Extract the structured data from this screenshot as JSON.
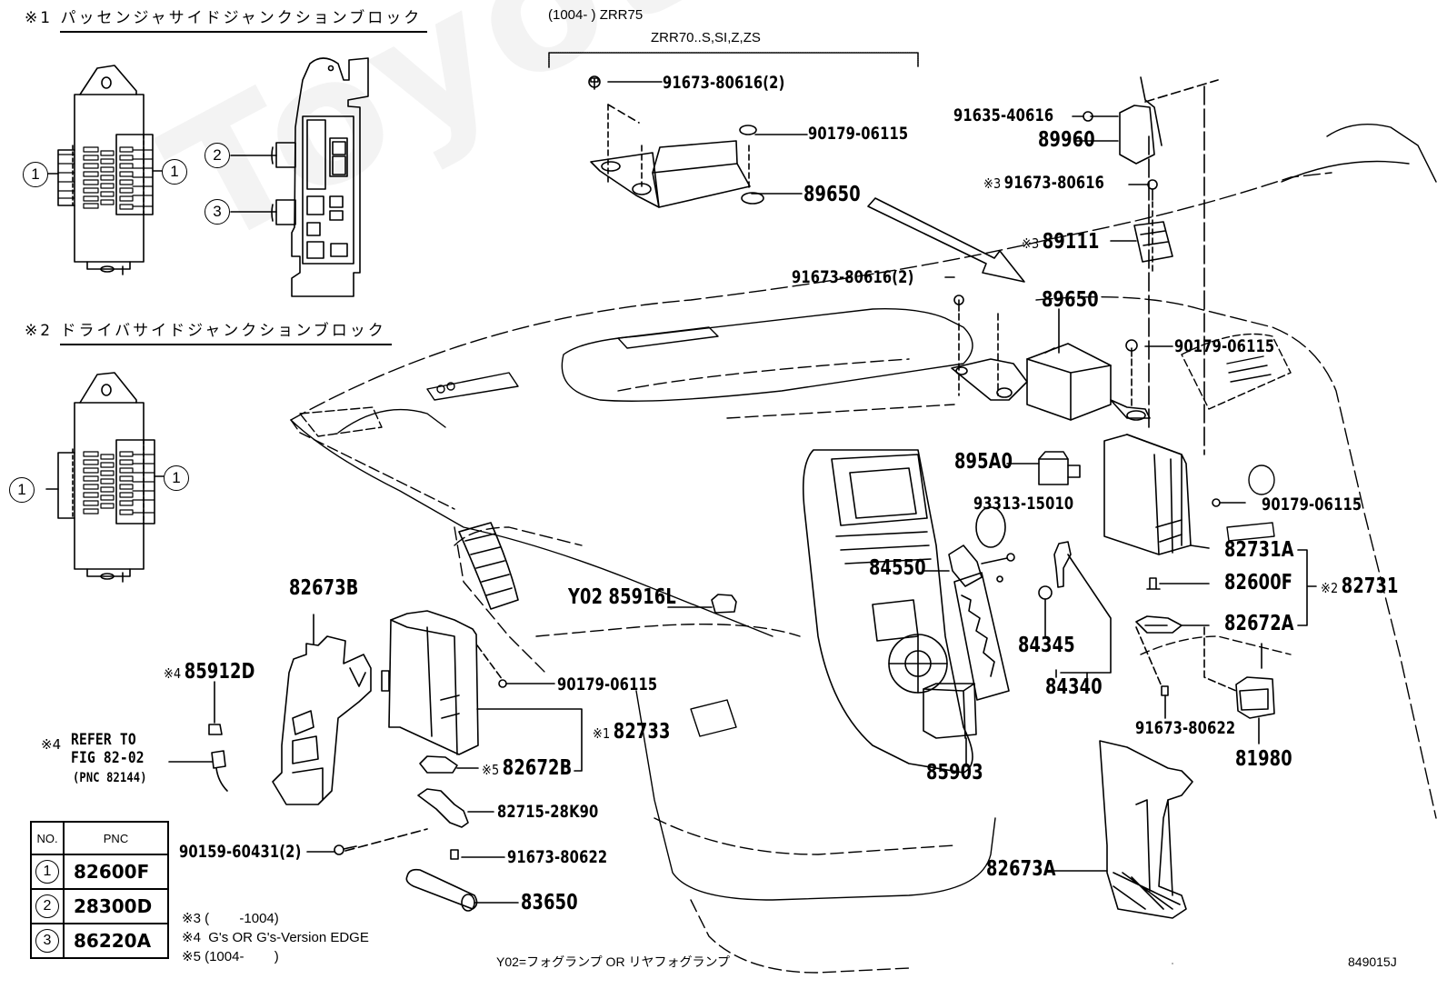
{
  "diagram": {
    "type": "exploded parts diagram",
    "watermark": "ToyotaCarMan.ru",
    "figure_code": "849015J",
    "sections": {
      "passenger_jb": {
        "mark": "※1",
        "title": "パッセンジャサイドジャンクションブロック"
      },
      "driver_jb": {
        "mark": "※2",
        "title": "ドライバサイドジャンクションブロック"
      }
    },
    "bracket_note": {
      "line1": "(1004-      ) ZRR75",
      "line2": "ZRR70..S,SI,Z,ZS"
    },
    "circle_refs": [
      "1",
      "2",
      "3"
    ],
    "callouts": {
      "bolt_91673_80616_2_top": "91673-80616(2)",
      "nut_90179_06115_top": "90179-06115",
      "sensor_89650_top": "89650",
      "bolt_91635_40616": "91635-40616",
      "relay_89960": "89960",
      "bolt_91673_80616_s3": {
        "mark": "※3",
        "pn": "91673-80616"
      },
      "part_89111": {
        "mark": "※3",
        "pn": "89111"
      },
      "bolt_91673_80616_2_mid": "91673-80616(2)",
      "sensor_89650_mid": "89650",
      "nut_90179_06115_mid": "90179-06115",
      "relay_895A0": "895A0",
      "screw_93313_15010": "93313-15010",
      "nut_90179_06115_right": "90179-06115",
      "switch_84550": "84550",
      "jb_82731A": "82731A",
      "fuse_82600F": "82600F",
      "cover_82672A": "82672A",
      "assy_82731": {
        "mark": "※2",
        "pn": "82731"
      },
      "relay_y02_85916L": {
        "prefix": "Y02",
        "pn": "85916L"
      },
      "switch_84345": "84345",
      "switch_84340": "84340",
      "bracket_82673B": "82673B",
      "relay_85912D": {
        "mark": "※4",
        "pn": "85912D"
      },
      "refer_note": {
        "mark": "※4",
        "line1": "REFER TO",
        "line2": "FIG 82-02",
        "line3": "(PNC 82144)"
      },
      "nut_90179_06115_left": "90179-06115",
      "jb_82733": {
        "mark": "※1",
        "pn": "82733"
      },
      "cover_82672B": {
        "mark": "※5",
        "pn": "82672B"
      },
      "bracket_82715_28K90": "82715-28K90",
      "bolt_90159_60431_2": "90159-60431(2)",
      "bolt_91673_80622_left": "91673-80622",
      "socket_83650": "83650",
      "bolt_91673_80622_right": "91673-80622",
      "relay_81980": "81980",
      "module_85903": "85903",
      "bracket_82673A": "82673A"
    },
    "pnc_table": {
      "headers": [
        "NO.",
        "PNC"
      ],
      "rows": [
        {
          "no": "1",
          "pnc": "82600F"
        },
        {
          "no": "2",
          "pnc": "28300D"
        },
        {
          "no": "3",
          "pnc": "86220A"
        }
      ]
    },
    "footnotes": [
      "※3 (        -1004)",
      "※4  G's OR G's-Version EDGE",
      "※5 (1004-        )"
    ],
    "legend_y02": "Y02=フォグランプ OR リヤフォグランプ"
  }
}
